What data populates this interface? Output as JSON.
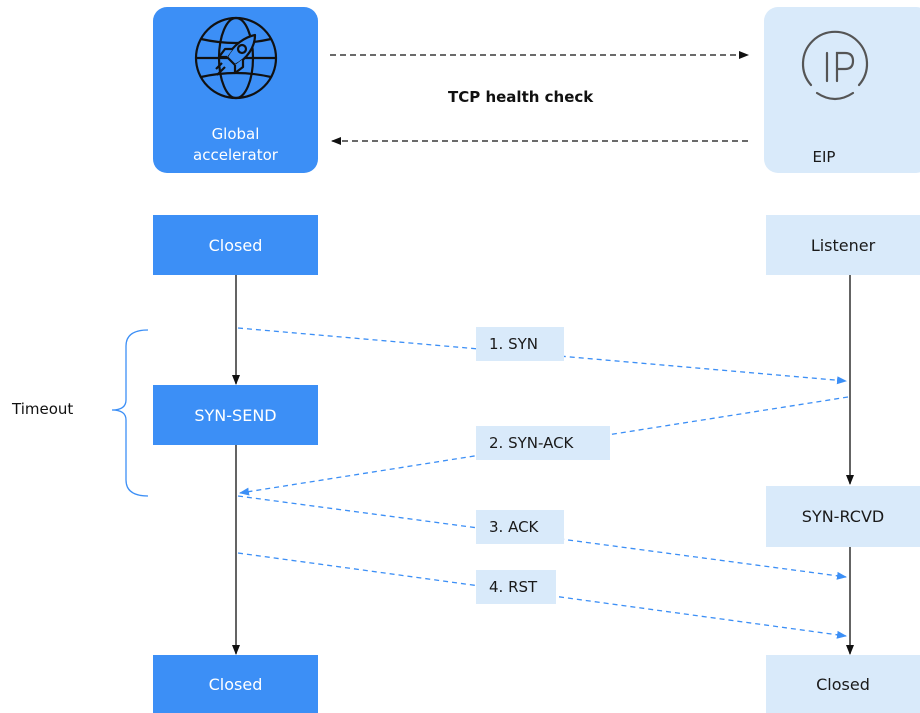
{
  "global_accelerator": {
    "line1": "Global",
    "line2": "accelerator",
    "icon": "globe-rocket-icon"
  },
  "eip": {
    "label": "EIP",
    "icon": "ip-icon"
  },
  "health_check": "TCP health check",
  "timeout": "Timeout",
  "states": {
    "ga_closed_top": "Closed",
    "ga_syn_send": "SYN-SEND",
    "ga_closed_bottom": "Closed",
    "eip_listener": "Listener",
    "eip_syn_rcvd": "SYN-RCVD",
    "eip_closed": "Closed"
  },
  "messages": [
    "1. SYN",
    "2. SYN-ACK",
    "3. ACK",
    "4. RST"
  ],
  "colors": {
    "dark_blue": "#3c8ff6",
    "light_blue": "#d9eafa",
    "dashed_arrow": "#3c8ff6",
    "black_arrow": "#111111"
  }
}
